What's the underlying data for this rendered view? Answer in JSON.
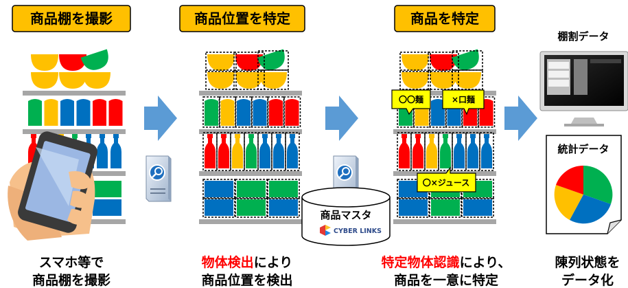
{
  "steps": [
    {
      "title": "商品棚を撮影",
      "caption_lines": [
        [
          {
            "text": "スマホ等で",
            "hl": false
          }
        ],
        [
          {
            "text": "商品棚を撮影",
            "hl": false
          }
        ]
      ]
    },
    {
      "title": "商品位置を特定",
      "caption_lines": [
        [
          {
            "text": "物体検出",
            "hl": true
          },
          {
            "text": "により",
            "hl": false
          }
        ],
        [
          {
            "text": "商品位置を検出",
            "hl": false
          }
        ]
      ]
    },
    {
      "title": "商品を特定",
      "caption_lines": [
        [
          {
            "text": "特定物体認識",
            "hl": true
          },
          {
            "text": "により、",
            "hl": false
          }
        ],
        [
          {
            "text": "商品を一意に特定",
            "hl": false
          }
        ]
      ]
    }
  ],
  "output": {
    "shelf_data_label": "棚割データ",
    "stats_label": "統計データ",
    "caption_lines": [
      [
        {
          "text": "陳列状態を",
          "hl": false
        }
      ],
      [
        {
          "text": "データ化",
          "hl": false
        }
      ]
    ]
  },
  "master": {
    "label": "商品マスタ",
    "logo_text": "CYBER LINKS"
  },
  "callouts": {
    "noodle_a": "〇〇麺",
    "noodle_b": "×口麺",
    "juice": "〇×ジュース"
  },
  "colors": {
    "title_bg": "#ffc000",
    "arrow": "#5b9bd5",
    "shelf": "#a6a6a6",
    "yellow": "#ffc000",
    "red": "#ff0000",
    "green": "#00b050",
    "blue": "#0070c0",
    "highlight": "#ff0000"
  }
}
